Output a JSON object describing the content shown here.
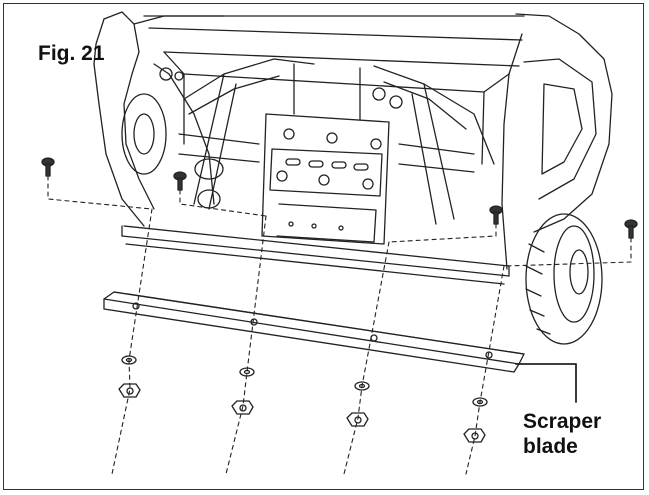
{
  "figure": {
    "label": "Fig. 21"
  },
  "callout": {
    "line1": "Scraper",
    "line2": "blade"
  }
}
